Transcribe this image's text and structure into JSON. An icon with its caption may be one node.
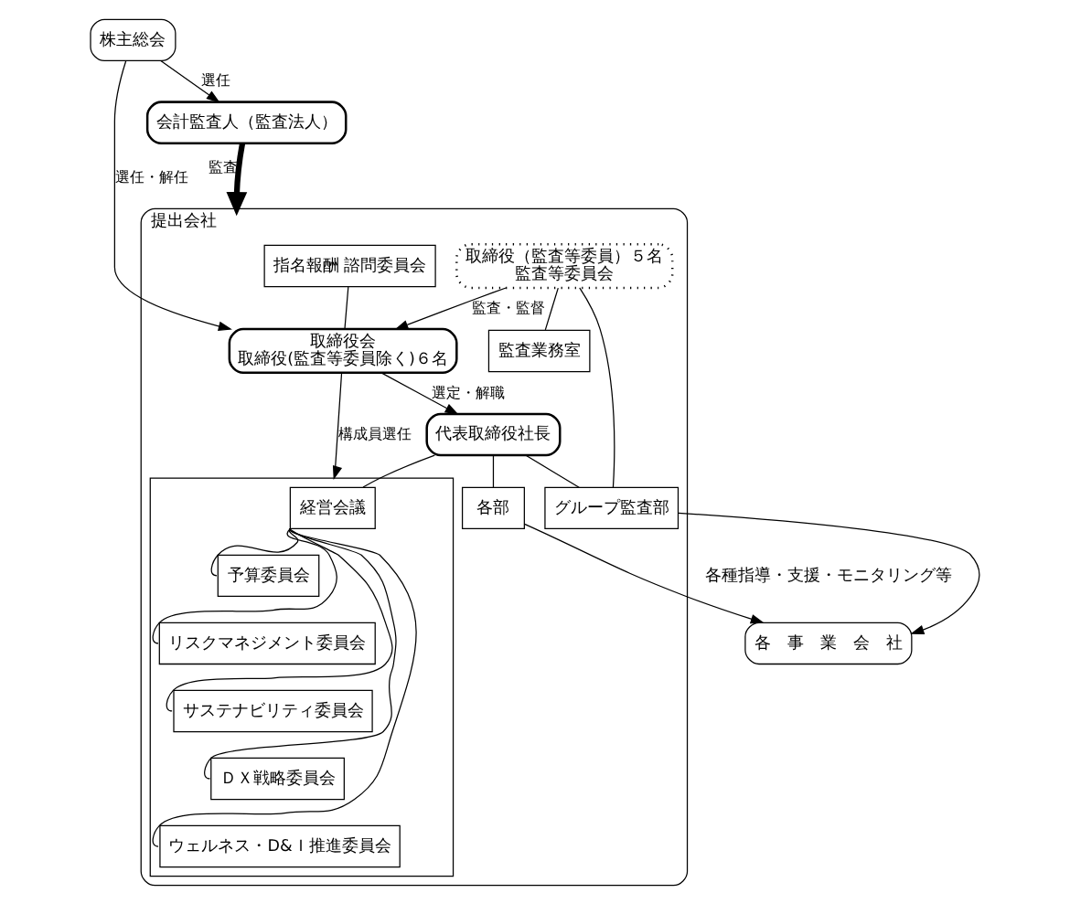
{
  "diagram": {
    "nodes": [
      {
        "text": [
          "株主総会"
        ]
      },
      {
        "text": [
          "提出会社"
        ]
      },
      {
        "text": [
          "取締役会",
          "取締役(監査等委員除く)６名"
        ],
        "in": 1
      },
      {
        "text": [
          "取締役（監査等委員）５名",
          "監査等委員会"
        ],
        "in": 1
      },
      {
        "text": [
          "指名報酬 諮問委員会"
        ],
        "in": 1
      },
      {
        "text": [
          "監査業務室"
        ],
        "in": 1
      },
      {
        "text": [
          "代表取締役社長"
        ],
        "in": 1
      },
      {
        "text": [],
        "shape": "box",
        "in": 1
      },
      {
        "text": [
          "経営会議"
        ],
        "in": 7
      },
      {
        "text": [
          "予算委員会"
        ],
        "in": 7
      },
      {
        "text": [
          "リスクマネジメント委員会"
        ],
        "in": 7
      },
      {
        "text": [
          "サステナビリティ委員会"
        ],
        "in": 7
      },
      {
        "text": [
          "ＤＸ戦略委員会"
        ],
        "in": 7
      },
      {
        "text": [
          "ウェルネス・D&Ｉ推進委員会"
        ],
        "in": 7
      },
      {
        "text": [
          "各部"
        ],
        "in": 1
      },
      {
        "text": [
          "グループ監査部"
        ],
        "in": 1
      },
      {
        "text": [
          "各　事　業　会　社"
        ]
      },
      {
        "text": [
          "会計監査人（監査法人）"
        ]
      }
    ],
    "edges": [
      {
        "from": 0,
        "to": 2,
        "arrow": "to",
        "label": "選任・解任"
      },
      {
        "from": 0,
        "to": 17,
        "arrow": "to",
        "label": "選任"
      },
      {
        "from": 3,
        "to": 2,
        "arrow": "to",
        "label": "監査・監督"
      },
      {
        "from": 4,
        "to": 2,
        "arrow": "none"
      },
      {
        "from": 3,
        "to": 5,
        "arrow": "none"
      },
      {
        "from": 2,
        "to": 6,
        "arrow": "to",
        "label": "選定・解職"
      },
      {
        "from": 2,
        "to": 7,
        "arrow": "to",
        "label": "構成員選任"
      },
      {
        "from": 6,
        "to": 8,
        "arrow": "none"
      },
      {
        "from": 8,
        "to": 9,
        "arrow": "none"
      },
      {
        "from": 8,
        "to": 10,
        "arrow": "none"
      },
      {
        "from": 8,
        "to": 11,
        "arrow": "none"
      },
      {
        "from": 8,
        "to": 12,
        "arrow": "none"
      },
      {
        "from": 8,
        "to": 13,
        "arrow": "none"
      },
      {
        "from": 6,
        "to": 14,
        "arrow": "none"
      },
      {
        "from": 6,
        "to": 15,
        "arrow": "none"
      },
      {
        "from": 3,
        "to": 15,
        "arrow": "none"
      },
      {
        "from": 14,
        "to": 16,
        "arrow": "to"
      },
      {
        "from": 15,
        "to": 16,
        "arrow": "to"
      },
      {
        "from": 17,
        "to": 1,
        "arrow": "to",
        "label": "監査",
        "style": "thick"
      }
    ],
    "labels": [
      "各種指導・支援・モニタリング等"
    ]
  }
}
